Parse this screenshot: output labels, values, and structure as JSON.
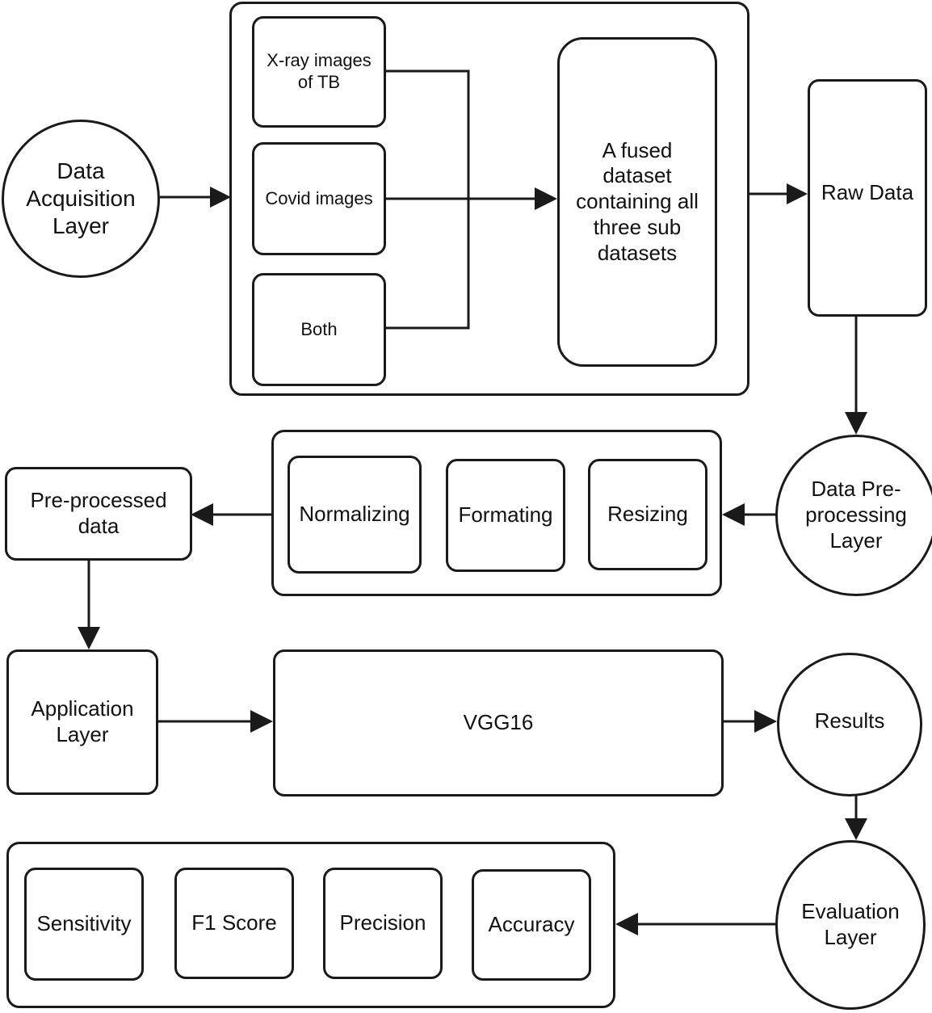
{
  "acquisition": {
    "layer_label": "Data\nAcquisition\nLayer",
    "sources": [
      "X-ray images\nof TB",
      "Covid images",
      "Both"
    ],
    "fused_label": "A fused\ndataset\ncontaining all\nthree sub\ndatasets",
    "raw_label": "Raw Data"
  },
  "preprocessing": {
    "layer_label": "Data Pre-\nprocessing\nLayer",
    "steps": [
      "Normalizing",
      "Formating",
      "Resizing"
    ],
    "output_label": "Pre-processed\ndata"
  },
  "application": {
    "layer_label": "Application\nLayer",
    "model_label": "VGG16",
    "results_label": "Results"
  },
  "evaluation": {
    "layer_label": "Evaluation\nLayer",
    "metrics": [
      "Sensitivity",
      "F1 Score",
      "Precision",
      "Accuracy"
    ]
  },
  "colors": {
    "stroke": "#1a1a1a",
    "fill": "#ffffff",
    "text": "#111111"
  }
}
